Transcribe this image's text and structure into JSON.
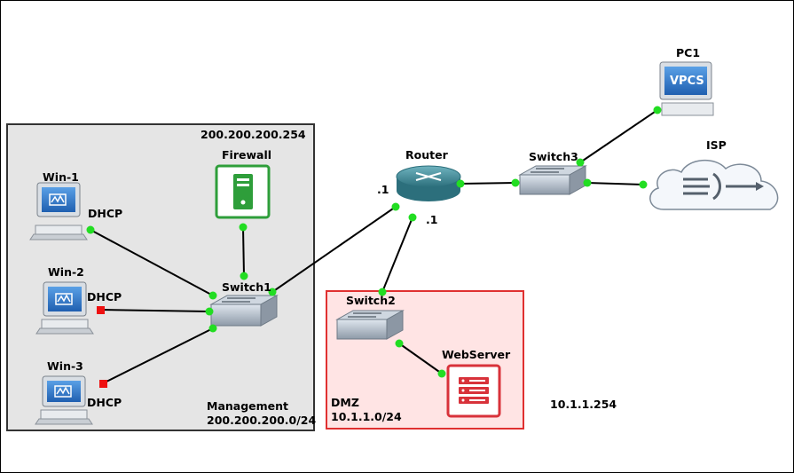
{
  "zones": {
    "management": {
      "name": "Management",
      "subnet": "200.200.200.0/24",
      "gateway": "200.200.200.254"
    },
    "dmz": {
      "name": "DMZ",
      "subnet": "10.1.1.0/24",
      "gateway": "10.1.1.254"
    }
  },
  "nodes": {
    "win1": {
      "label": "Win-1",
      "addr": "DHCP",
      "icon": "windows-pc-icon"
    },
    "win2": {
      "label": "Win-2",
      "addr": "DHCP",
      "icon": "windows-pc-icon"
    },
    "win3": {
      "label": "Win-3",
      "addr": "DHCP",
      "icon": "windows-pc-icon"
    },
    "firewall": {
      "label": "Firewall",
      "icon": "firewall-icon"
    },
    "switch1": {
      "label": "Switch1",
      "icon": "switch-icon"
    },
    "switch2": {
      "label": "Switch2",
      "icon": "switch-icon"
    },
    "switch3": {
      "label": "Switch3",
      "icon": "switch-icon"
    },
    "router": {
      "label": "Router",
      "icon": "router-icon",
      "iface_a": ".1",
      "iface_b": ".1"
    },
    "webserver": {
      "label": "WebServer",
      "icon": "server-icon"
    },
    "pc1": {
      "label": "PC1",
      "screen_text": "VPCS",
      "icon": "vpcs-pc-icon"
    },
    "isp": {
      "label": "ISP",
      "icon": "cloud-icon"
    }
  },
  "links": [
    {
      "from": "win1",
      "to": "switch1",
      "status_a": "up",
      "status_b": "up"
    },
    {
      "from": "win2",
      "to": "switch1",
      "status_a": "down",
      "status_b": "up"
    },
    {
      "from": "win3",
      "to": "switch1",
      "status_a": "down",
      "status_b": "up"
    },
    {
      "from": "firewall",
      "to": "switch1",
      "status_a": "up",
      "status_b": "up"
    },
    {
      "from": "switch1",
      "to": "router",
      "status_a": "up",
      "status_b": "up"
    },
    {
      "from": "router",
      "to": "switch2",
      "status_a": "up",
      "status_b": "up"
    },
    {
      "from": "switch2",
      "to": "webserver",
      "status_a": "up",
      "status_b": "up"
    },
    {
      "from": "router",
      "to": "switch3",
      "status_a": "up",
      "status_b": "up"
    },
    {
      "from": "switch3",
      "to": "pc1",
      "status_a": "up",
      "status_b": "up"
    },
    {
      "from": "switch3",
      "to": "isp",
      "status_a": "up",
      "status_b": "up"
    }
  ],
  "colors": {
    "link_up": "#22dd22",
    "link_down": "#ee1111",
    "mgmt_bg": "#e5e5e5",
    "dmz_bg": "#ffe4e4",
    "dmz_border": "#e03030",
    "firewall": "#2e9e3a",
    "server": "#d8323a"
  }
}
